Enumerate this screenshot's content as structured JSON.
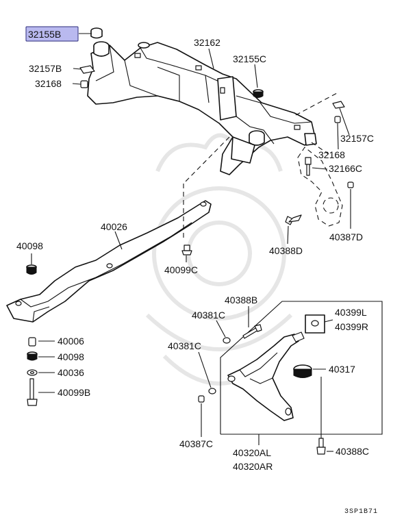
{
  "diagram": {
    "labels": {
      "p32155B": "32155B",
      "p32162": "32162",
      "p32155C": "32155C",
      "p32157B": "32157B",
      "p32168a": "32168",
      "p32157C": "32157C",
      "p32168b": "32168",
      "p32166C": "32166C",
      "p40026": "40026",
      "p40098a": "40098",
      "p40099C": "40099C",
      "p40388D": "40388D",
      "p40387D": "40387D",
      "p40388B": "40388B",
      "p40381Ca": "40381C",
      "p40399L": "40399L",
      "p40399R": "40399R",
      "p40381Cb": "40381C",
      "p40006": "40006",
      "p40098b": "40098",
      "p40036": "40036",
      "p40099B": "40099B",
      "p40317": "40317",
      "p40387C": "40387C",
      "p40320AL": "40320AL",
      "p40320AR": "40320AR",
      "p40388C": "40388C",
      "code": "3SP1B71"
    },
    "highlight_color": "#b9b9ef"
  }
}
